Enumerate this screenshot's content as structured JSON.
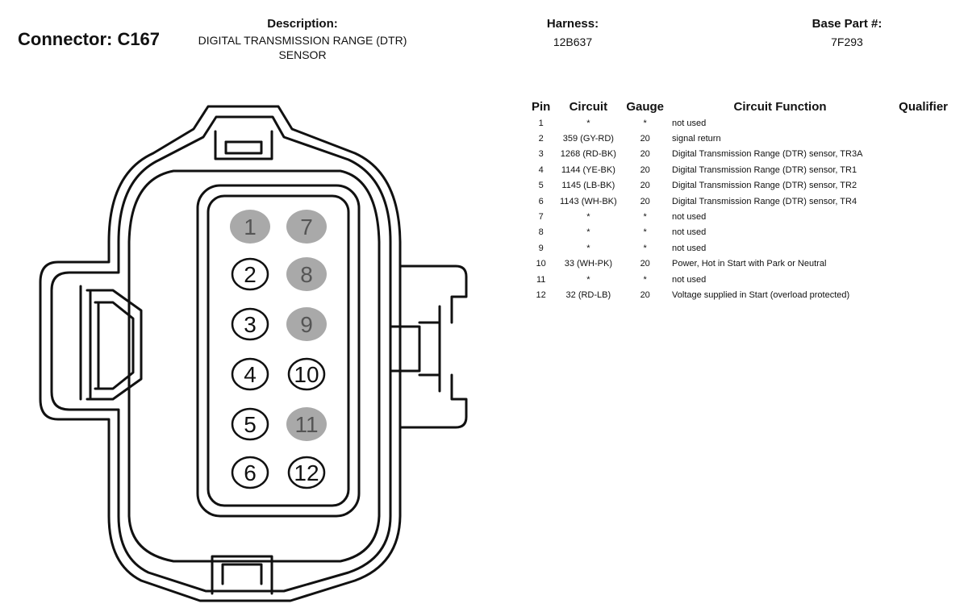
{
  "header": {
    "connector": "Connector: C167",
    "description_label": "Description:",
    "description_value": "DIGITAL TRANSMISSION RANGE (DTR) SENSOR",
    "harness_label": "Harness:",
    "harness_value": "12B637",
    "base_part_label": "Base Part #:",
    "base_part_value": "7F293"
  },
  "table": {
    "headers": {
      "pin": "Pin",
      "circuit": "Circuit",
      "gauge": "Gauge",
      "function": "Circuit Function",
      "qualifier": "Qualifier"
    },
    "rows": [
      {
        "pin": "1",
        "circuit": "*",
        "gauge": "*",
        "function": "not used",
        "qualifier": ""
      },
      {
        "pin": "2",
        "circuit": "359 (GY-RD)",
        "gauge": "20",
        "function": "signal return",
        "qualifier": ""
      },
      {
        "pin": "3",
        "circuit": "1268 (RD-BK)",
        "gauge": "20",
        "function": "Digital Transmission Range (DTR) sensor, TR3A",
        "qualifier": ""
      },
      {
        "pin": "4",
        "circuit": "1144 (YE-BK)",
        "gauge": "20",
        "function": "Digital Transmission Range (DTR) sensor, TR1",
        "qualifier": ""
      },
      {
        "pin": "5",
        "circuit": "1145 (LB-BK)",
        "gauge": "20",
        "function": "Digital Transmission Range (DTR) sensor, TR2",
        "qualifier": ""
      },
      {
        "pin": "6",
        "circuit": "1143 (WH-BK)",
        "gauge": "20",
        "function": "Digital Transmission Range (DTR) sensor, TR4",
        "qualifier": ""
      },
      {
        "pin": "7",
        "circuit": "*",
        "gauge": "*",
        "function": "not used",
        "qualifier": ""
      },
      {
        "pin": "8",
        "circuit": "*",
        "gauge": "*",
        "function": "not used",
        "qualifier": ""
      },
      {
        "pin": "9",
        "circuit": "*",
        "gauge": "*",
        "function": "not used",
        "qualifier": ""
      },
      {
        "pin": "10",
        "circuit": "33 (WH-PK)",
        "gauge": "20",
        "function": "Power, Hot in Start with Park or Neutral",
        "qualifier": ""
      },
      {
        "pin": "11",
        "circuit": "*",
        "gauge": "*",
        "function": "not used",
        "qualifier": ""
      },
      {
        "pin": "12",
        "circuit": "32 (RD-LB)",
        "gauge": "20",
        "function": "Voltage supplied in Start (overload protected)",
        "qualifier": ""
      }
    ]
  },
  "connector_pins": [
    {
      "label": "1",
      "used": false
    },
    {
      "label": "2",
      "used": true
    },
    {
      "label": "3",
      "used": true
    },
    {
      "label": "4",
      "used": true
    },
    {
      "label": "5",
      "used": true
    },
    {
      "label": "6",
      "used": true
    },
    {
      "label": "7",
      "used": false
    },
    {
      "label": "8",
      "used": false
    },
    {
      "label": "9",
      "used": false
    },
    {
      "label": "10",
      "used": true
    },
    {
      "label": "11",
      "used": false
    },
    {
      "label": "12",
      "used": true
    }
  ],
  "colors": {
    "unused_pin_fill": "#a9a9a9",
    "line": "#111111"
  }
}
